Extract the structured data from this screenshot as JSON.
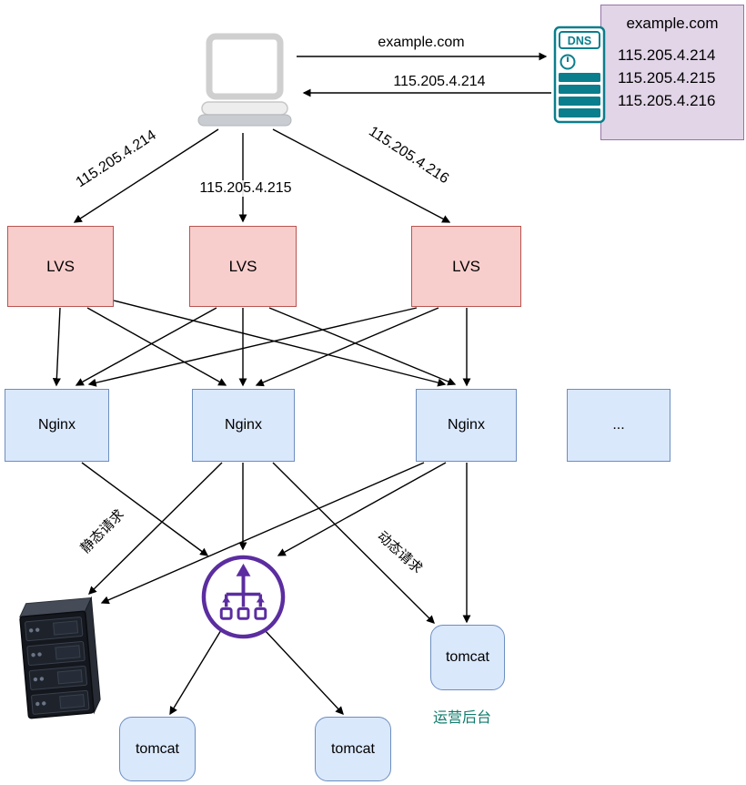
{
  "colors": {
    "arrow": "#000000",
    "lvs_fill": "#f8cecc",
    "lvs_border": "#b85450",
    "nginx_fill": "#dae8fc",
    "nginx_border": "#6c8ebf",
    "tomcat_fill": "#dae8fc",
    "tomcat_border": "#6c8ebf",
    "dns_panel_fill": "#e1d5e7",
    "dns_panel_border": "#9673a6",
    "dns_icon": "#0a7e8c",
    "cluster_icon": "#5b2da0",
    "ops_label": "#0f7b6b"
  },
  "dns": {
    "icon_label": "DNS",
    "domain": "example.com",
    "ips": [
      "115.205.4.214",
      "115.205.4.215",
      "115.205.4.216"
    ]
  },
  "edge_labels": {
    "query": "example.com",
    "response": "115.205.4.214",
    "to_lvs_left": "115.205.4.214",
    "to_lvs_middle": "115.205.4.215",
    "to_lvs_right": "115.205.4.216",
    "static_request": "静态请求",
    "dynamic_request": "动态请求"
  },
  "nodes": {
    "lvs": [
      {
        "label": "LVS"
      },
      {
        "label": "LVS"
      },
      {
        "label": "LVS"
      }
    ],
    "nginx": [
      {
        "label": "Nginx"
      },
      {
        "label": "Nginx"
      },
      {
        "label": "Nginx"
      },
      {
        "label": "..."
      }
    ],
    "tomcat_ops": {
      "label": "tomcat",
      "caption": "运营后台"
    },
    "tomcat_bottom_left": {
      "label": "tomcat"
    },
    "tomcat_bottom_mid": {
      "label": "tomcat"
    }
  }
}
